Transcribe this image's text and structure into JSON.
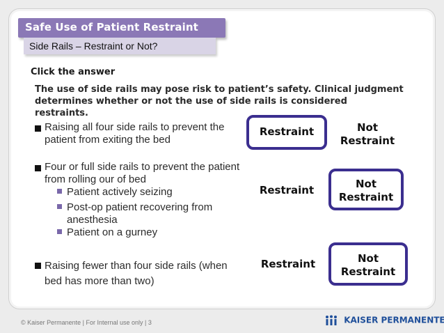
{
  "slide": {
    "title": "Safe Use of Patient Restraint",
    "subtitle": "Side Rails – Restraint or Not?",
    "instruction": "Click the answer",
    "intro": "The use of side rails may pose risk to patient’s safety. Clinical judgment determines whether or not the use of side rails is considered restraints."
  },
  "questions": [
    {
      "text": "Raising all four side rails to prevent the patient from exiting the bed",
      "options": {
        "restraint": "Restraint",
        "not_restraint_line1": "Not",
        "not_restraint_line2": "Restraint"
      },
      "selected": "restraint"
    },
    {
      "text": "Four or full side rails to prevent the patient from rolling our of bed",
      "subitems": [
        "Patient actively seizing",
        "Post-op patient recovering from anesthesia",
        "Patient on a gurney"
      ],
      "options": {
        "restraint": "Restraint",
        "not_restraint_line1": "Not",
        "not_restraint_line2": "Restraint"
      },
      "selected": "not_restraint"
    },
    {
      "text": "Raising fewer than four side rails (when bed has more than two)",
      "options": {
        "restraint": "Restraint",
        "not_restraint_line1": "Not",
        "not_restraint_line2": "Restraint"
      },
      "selected": "not_restraint"
    }
  ],
  "footer": {
    "text": "© Kaiser Permanente | For Internal use only | 3",
    "logo_text": "KAISER PERMANENTE",
    "logo_mark": "®"
  },
  "colors": {
    "title_bar": "#8b78b6",
    "subtitle_bar": "#d9d4e6",
    "selected_border": "#3b2e8f",
    "logo": "#1f4f9a"
  }
}
